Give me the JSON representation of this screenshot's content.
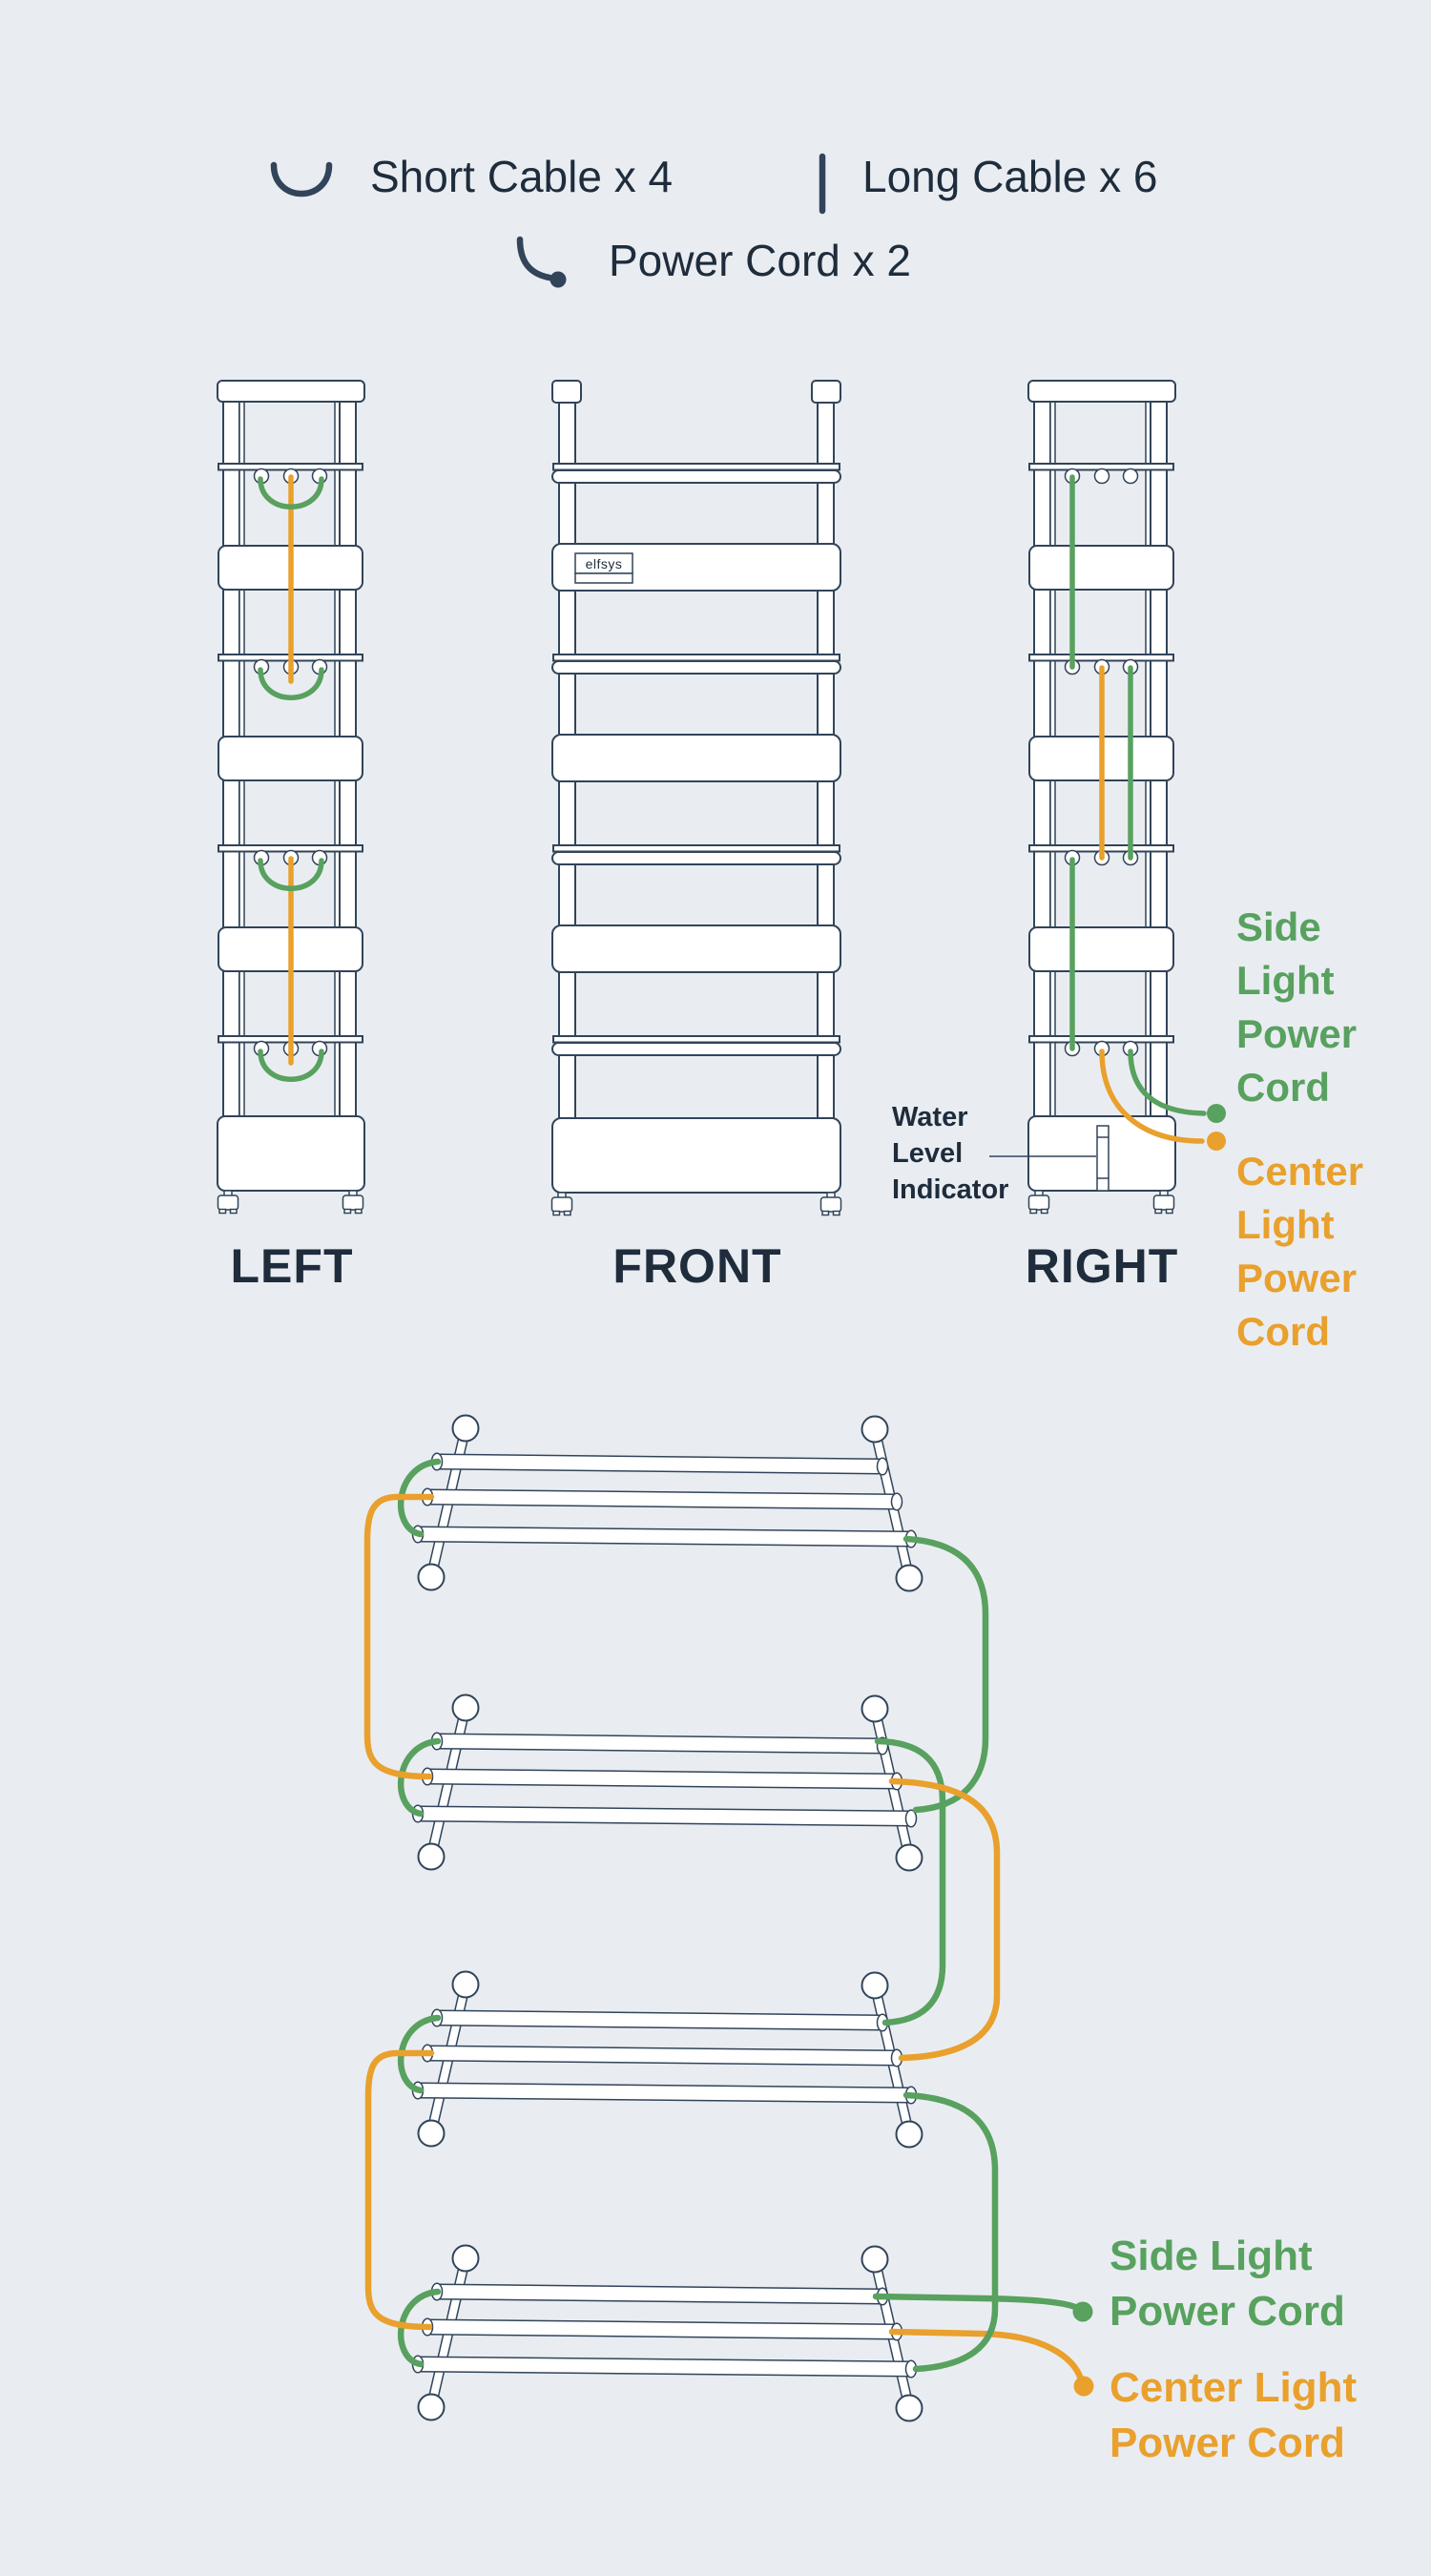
{
  "colors": {
    "background": "#E9EDF1",
    "line": "#31445A",
    "text": "#1E2C3C",
    "green": "#58A15F",
    "orange": "#E9A02C"
  },
  "legend": {
    "short_cable": "Short Cable x 4",
    "long_cable": "Long Cable x 6",
    "power_cord": "Power Cord x 2"
  },
  "views": {
    "left": {
      "label": "LEFT"
    },
    "front": {
      "label": "FRONT",
      "brand": "elfsys"
    },
    "right": {
      "label": "RIGHT",
      "water_indicator_lines": [
        "Water",
        "Level",
        "Indicator"
      ]
    }
  },
  "annotations": {
    "right_view_side": [
      "Side",
      "Light",
      "Power",
      "Cord"
    ],
    "right_view_center": [
      "Center",
      "Light",
      "Power",
      "Cord"
    ],
    "bottom_side": [
      "Side Light",
      "Power Cord"
    ],
    "bottom_center": [
      "Center Light",
      "Power Cord"
    ]
  }
}
